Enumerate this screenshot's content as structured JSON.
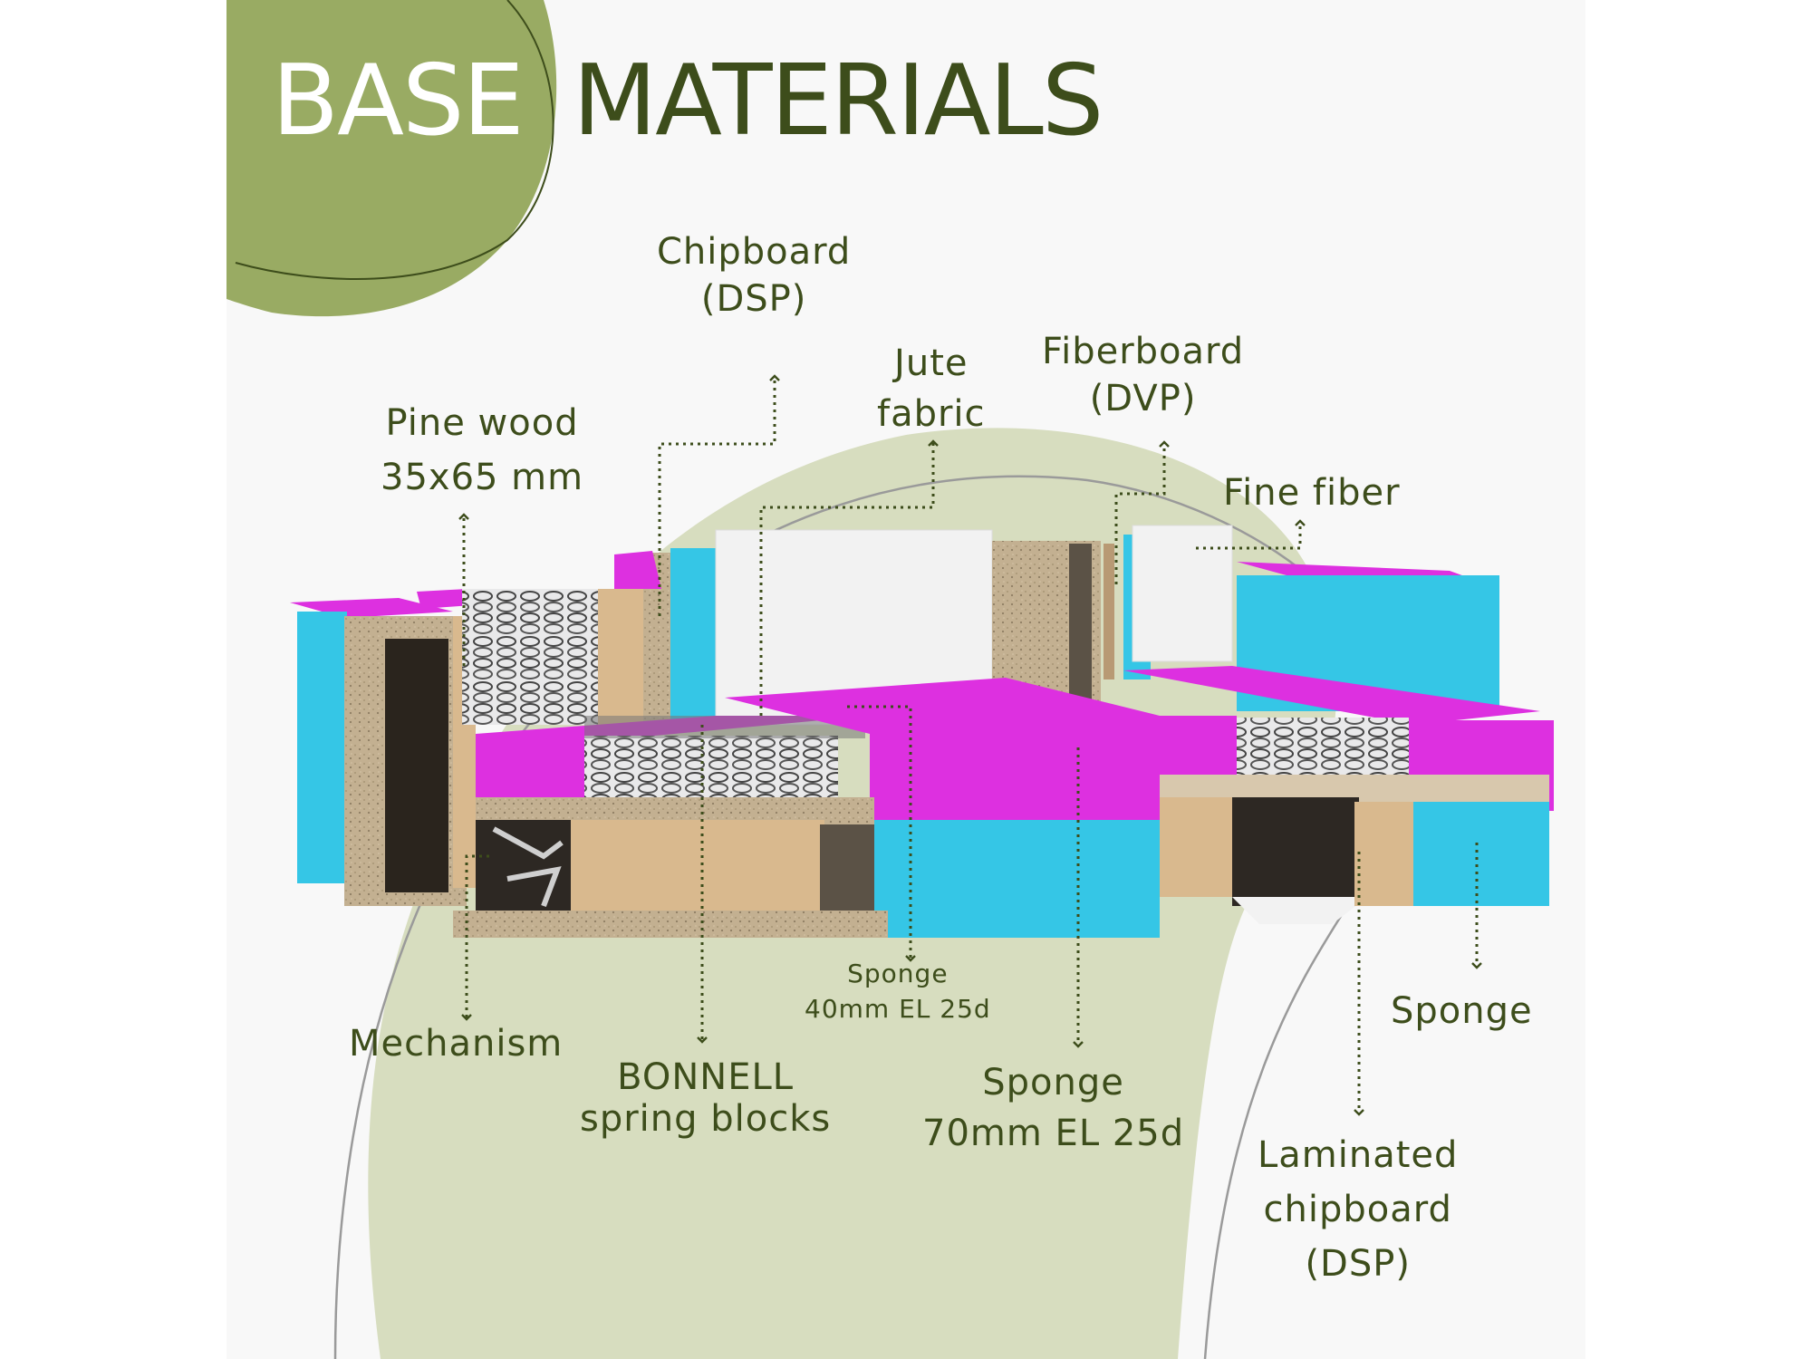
{
  "title": {
    "part1": "BASE",
    "part2": "MATERIALS"
  },
  "colors": {
    "accent_green": "#99ab63",
    "light_green": "#d7ddbf",
    "text_olive": "#3d4d1b",
    "foam_magenta": "#dd30e0",
    "foam_cyan": "#35c6e6",
    "chipboard": "#c3b091",
    "pine_wood": "#d9b98e",
    "fiber_white": "#f2f2f2"
  },
  "labels": {
    "chipboard_top": [
      "Chipboard",
      "(DSP)"
    ],
    "jute": [
      "Jute",
      "fabric"
    ],
    "fiberboard": [
      "Fiberboard",
      "(DVP)"
    ],
    "pine": [
      "Pine wood",
      "35x65 mm"
    ],
    "fine_fiber": [
      "Fine fiber"
    ],
    "sponge_40": [
      "Sponge",
      "40mm EL 25d"
    ],
    "sponge_right": [
      "Sponge"
    ],
    "mechanism": [
      "Mechanism"
    ],
    "bonnell": [
      "BONNELL",
      "spring blocks"
    ],
    "sponge_70": [
      "Sponge",
      "70mm EL 25d"
    ],
    "laminated": [
      "Laminated",
      "chipboard",
      "(DSP)"
    ]
  }
}
